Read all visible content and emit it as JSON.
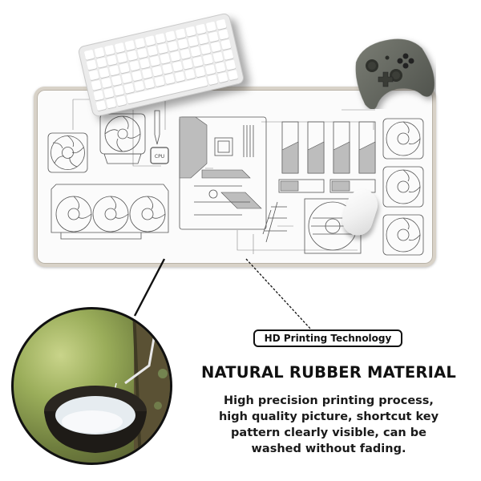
{
  "product": {
    "feature_badge": "HD Printing Technology",
    "headline": "NATURAL RUBBER MATERIAL",
    "description_lines": [
      "High precision printing process,",
      "high quality picture, shortcut key",
      "pattern clearly visible, can be",
      "washed without fading."
    ]
  },
  "mousepad": {
    "design": "PC hardware schematic line-art",
    "components": [
      "case fan",
      "cpu cooler",
      "thermal paste",
      "CPU chip",
      "motherboard",
      "graphics card",
      "ram sticks",
      "m.2 ssd",
      "power supply fan",
      "case fans x3"
    ],
    "cpu_label": "CPU",
    "colors": {
      "pad_background": "#fbfbfb",
      "pad_border": "#d8d2c8",
      "line_art": "#555555"
    }
  },
  "props": {
    "keyboard": "white wireless keyboard",
    "controller": "grey game controller",
    "mouse": "white wireless mouse"
  },
  "inset_photo": {
    "subject": "natural rubber latex tapping into bowl"
  }
}
